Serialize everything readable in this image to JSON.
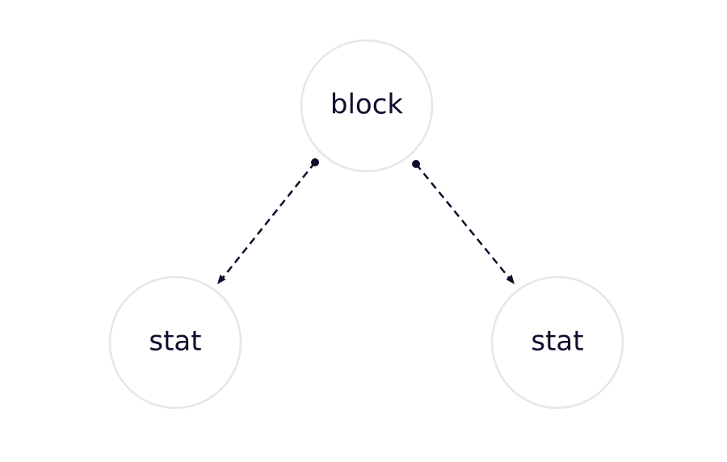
{
  "diagram": {
    "nodes": [
      {
        "id": "root",
        "label": "block"
      },
      {
        "id": "left",
        "label": "stat"
      },
      {
        "id": "right",
        "label": "stat"
      }
    ],
    "edges": [
      {
        "from": "root",
        "to": "left",
        "style": "dashed"
      },
      {
        "from": "root",
        "to": "right",
        "style": "dashed"
      }
    ],
    "colors": {
      "node_border": "#e6e6e6",
      "text": "#0e0e2c",
      "edge": "#0e0e2c"
    }
  }
}
